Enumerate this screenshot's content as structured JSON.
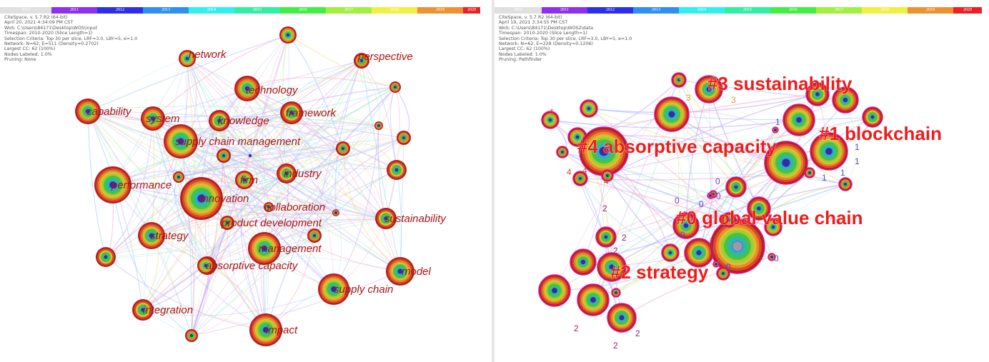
{
  "left": {
    "timeline_years": [
      "2010",
      "2011",
      "2012",
      "2013",
      "2014",
      "2015",
      "2016",
      "2017",
      "2018",
      "2019",
      "2020"
    ],
    "timeline_colors": [
      "#e0e0e0",
      "#8f2ff0",
      "#2d2ff0",
      "#2f8ff5",
      "#2ff0f0",
      "#2ff0a0",
      "#40f040",
      "#a0f040",
      "#f0f040",
      "#f09030",
      "#f02020"
    ],
    "meta": [
      "CiteSpace, v. 5.7.R2 (64-bit)",
      "April 20, 2021 4:34:09 PM CST",
      "WoS: C:\\Users\\84171\\Desktop\\WOS\\input",
      "Timespan: 2010-2020 (Slice Length=1)",
      "Selection Criteria: Top 30 per slice, LRF=3.0, LBY=5, e=1.0",
      "Network: N=62, E=511 (Density=0.2702)",
      "Largest CC: 62 (100%)",
      "Nodes Labeled: 1.0%",
      "Pruning: None"
    ],
    "nodes": [
      {
        "label": "network",
        "r": 12
      },
      {
        "label": "perspective",
        "r": 11
      },
      {
        "label": "technology",
        "r": 18
      },
      {
        "label": "capability",
        "r": 18
      },
      {
        "label": "system",
        "r": 17
      },
      {
        "label": "knowledge",
        "r": 15
      },
      {
        "label": "framework",
        "r": 16
      },
      {
        "label": "supply chain management",
        "r": 24
      },
      {
        "label": "performance",
        "r": 26
      },
      {
        "label": "firm",
        "r": 13
      },
      {
        "label": "industry",
        "r": 14
      },
      {
        "label": "innovation",
        "r": 30
      },
      {
        "label": "collaboration",
        "r": 7
      },
      {
        "label": "product development",
        "r": 10
      },
      {
        "label": "sustainability",
        "r": 15
      },
      {
        "label": "strategy",
        "r": 19
      },
      {
        "label": "management",
        "r": 23
      },
      {
        "label": "absorptive capacity",
        "r": 12
      },
      {
        "label": "model",
        "r": 20
      },
      {
        "label": "supply chain",
        "r": 22
      },
      {
        "label": "integration",
        "r": 15
      },
      {
        "label": "impact",
        "r": 23
      }
    ]
  },
  "right": {
    "timeline_years": [
      "2010",
      "2011",
      "2012",
      "2013",
      "2014",
      "2015",
      "2016",
      "2017",
      "2018",
      "2019",
      "2020"
    ],
    "timeline_colors": [
      "#e0e0e0",
      "#8f2ff0",
      "#2d2ff0",
      "#2f8ff5",
      "#2ff0f0",
      "#2ff0a0",
      "#40f040",
      "#a0f040",
      "#f0f040",
      "#f09030",
      "#f02020"
    ],
    "meta": [
      "CiteSpace, v. 5.7.R2 (64-bit)",
      "April 19, 2021 3:34:55 PM CST",
      "WoS: C:\\Users\\84171\\Desktop\\WOS2\\data",
      "Timespan: 2010-2020 (Slice Length=1)",
      "Selection Criteria: Top 30 per slice, LRF=3.0, LBY=5, e=1.0",
      "Network: N=62, E=228 (Density=0.1206)",
      "Largest CC: 62 (100%)",
      "Nodes Labeled: 1.0%",
      "Pruning: Pathfinder"
    ],
    "clusters": [
      {
        "label": "#3 sustainability"
      },
      {
        "label": "#1 blockchain"
      },
      {
        "label": "#4 absorptive capacity"
      },
      {
        "label": "#0 global value chain"
      },
      {
        "label": "#2 strategy"
      }
    ],
    "cluster_ids": [
      "0",
      "1",
      "2",
      "3",
      "4"
    ],
    "cluster_id_colors": {
      "0": "#6a3ad0",
      "1": "#3a55c8",
      "2": "#a02070",
      "3": "#c8a820",
      "4": "#c85020"
    }
  }
}
